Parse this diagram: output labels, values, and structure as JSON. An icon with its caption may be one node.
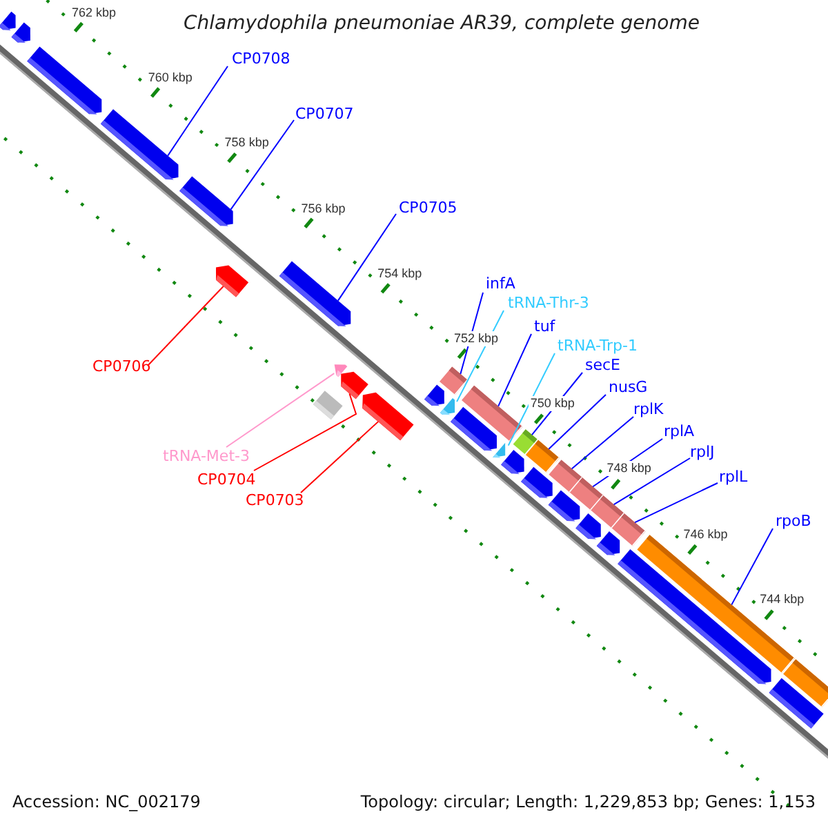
{
  "diagram": {
    "title": "Chlamydophila pneumoniae AR39, complete genome",
    "nodes": [
      {
        "text": [
          "CP0708"
        ]
      },
      {
        "text": [
          "CP0707"
        ]
      },
      {
        "text": [
          "CP0705"
        ]
      },
      {
        "text": [
          "infA"
        ]
      },
      {
        "text": [
          "tRNA-Thr-3"
        ]
      },
      {
        "text": [
          "tuf"
        ]
      },
      {
        "text": [
          "tRNA-Trp-1"
        ]
      },
      {
        "text": [
          "secE"
        ]
      },
      {
        "text": [
          "nusG"
        ]
      },
      {
        "text": [
          "rplK"
        ]
      },
      {
        "text": [
          "rplA"
        ]
      },
      {
        "text": [
          "rplJ"
        ]
      },
      {
        "text": [
          "rplL"
        ]
      },
      {
        "text": [
          "rpoB"
        ]
      },
      {
        "text": [
          "CP0706"
        ]
      },
      {
        "text": [
          "tRNA-Met-3"
        ]
      },
      {
        "text": [
          "CP0704"
        ]
      },
      {
        "text": [
          "CP0703"
        ]
      },
      {
        "text": [],
        "shape": "bar"
      },
      {
        "text": [],
        "shape": "bar"
      },
      {
        "text": [],
        "shape": "bar"
      },
      {
        "text": [],
        "shape": "bar"
      },
      {
        "text": [],
        "shape": "bar"
      },
      {
        "text": [],
        "shape": "bar"
      },
      {
        "text": [],
        "shape": "bar"
      },
      {
        "text": [],
        "shape": "bar"
      },
      {
        "text": [],
        "shape": "box"
      },
      {
        "text": [],
        "shape": "bar"
      },
      {
        "text": [],
        "shape": "bar"
      },
      {
        "text": [],
        "shape": "bar"
      },
      {
        "text": [],
        "shape": "bar"
      },
      {
        "text": [],
        "shape": "bar"
      },
      {
        "text": [],
        "shape": "bar"
      },
      {
        "text": [],
        "shape": "bar"
      },
      {
        "text": [],
        "shape": "bar"
      },
      {
        "text": [],
        "shape": "bar"
      },
      {
        "text": [],
        "shape": "bar"
      },
      {
        "text": [],
        "shape": "bar"
      },
      {
        "text": [],
        "shape": "bar"
      },
      {
        "text": [],
        "shape": "bar"
      },
      {
        "text": [],
        "shape": "bar"
      },
      {
        "text": [],
        "shape": "bar"
      },
      {
        "text": [],
        "shape": "bar"
      },
      {
        "text": [],
        "shape": "bar"
      },
      {
        "text": [],
        "shape": "bar"
      },
      {
        "text": [],
        "shape": "bar"
      },
      {
        "text": [],
        "shape": "bar"
      },
      {
        "text": [],
        "shape": "bar"
      },
      {
        "text": [],
        "shape": "bar"
      },
      {
        "text": [],
        "shape": "bar"
      }
    ],
    "edges": [
      {
        "from": 0,
        "to": 21,
        "arrow": "none"
      },
      {
        "from": 1,
        "to": 22,
        "arrow": "none"
      },
      {
        "from": 2,
        "to": 24,
        "arrow": "none"
      },
      {
        "from": 3,
        "to": 30,
        "arrow": "none"
      },
      {
        "from": 4,
        "to": 31,
        "arrow": "none",
        "color": "#33ccff"
      },
      {
        "from": 5,
        "to": 32,
        "arrow": "none"
      },
      {
        "from": 6,
        "to": 34,
        "arrow": "none",
        "color": "#33ccff"
      },
      {
        "from": 7,
        "to": 35,
        "arrow": "none"
      },
      {
        "from": 8,
        "to": 37,
        "arrow": "none"
      },
      {
        "from": 9,
        "to": 39,
        "arrow": "none"
      },
      {
        "from": 10,
        "to": 41,
        "arrow": "none"
      },
      {
        "from": 11,
        "to": 43,
        "arrow": "none"
      },
      {
        "from": 12,
        "to": 45,
        "arrow": "none"
      },
      {
        "from": 13,
        "to": 47,
        "arrow": "none"
      },
      {
        "from": 14,
        "to": 23,
        "arrow": "none",
        "color": "#ff0000"
      },
      {
        "from": 15,
        "to": 25,
        "arrow": "none",
        "color": "#ff99cc"
      },
      {
        "from": 16,
        "to": 27,
        "arrow": "none",
        "color": "#ff0000"
      },
      {
        "from": 17,
        "to": 28,
        "arrow": "none",
        "color": "#ff0000"
      }
    ],
    "labels": [
      "762 kbp",
      "760 kbp",
      "758 kbp",
      "756 kbp",
      "754 kbp",
      "752 kbp",
      "750 kbp",
      "748 kbp",
      "746 kbp",
      "744 kbp",
      "Accession: NC_002179",
      "Topology: circular; Length: 1,229,853 bp; Genes: 1,153"
    ]
  }
}
